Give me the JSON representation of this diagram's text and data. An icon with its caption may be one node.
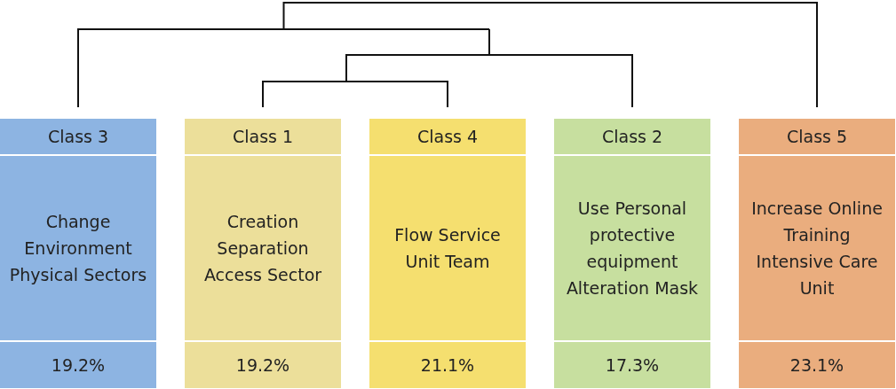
{
  "diagram": {
    "nodes": [
      {
        "text": [
          "Class 3",
          "Change Environment Physical Sectors",
          "19.2%"
        ]
      },
      {
        "text": [
          "Class 1",
          "Creation Separation Access Sector",
          "19.2%"
        ]
      },
      {
        "text": [
          "Class 4",
          "Flow Service Unit Team",
          "21.1%"
        ]
      },
      {
        "text": [
          "Class 2",
          "Use Personal protective equipment Alteration Mask",
          "17.3%"
        ]
      },
      {
        "text": [
          "Class 5",
          "Increase Online Training Intensive Care Unit",
          "23.1%"
        ]
      }
    ]
  }
}
